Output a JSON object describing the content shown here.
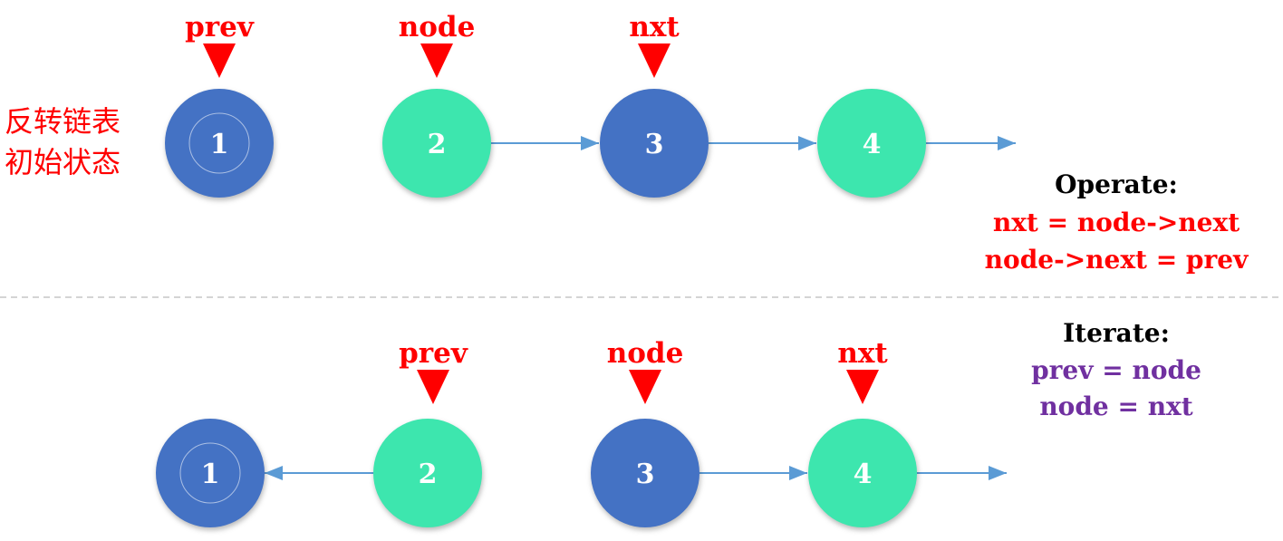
{
  "colors": {
    "pointer": "#FF0000",
    "arrow": "#5B9BD5",
    "operate": "#FF0000",
    "iterate": "#7030A0",
    "heading": "#000000",
    "caption": "#FF0000",
    "divider": "#BBBBBB"
  },
  "caption": {
    "line1": "反转链表",
    "line2": "初始状态"
  },
  "before": {
    "pointers": [
      {
        "label": "prev"
      },
      {
        "label": "node"
      },
      {
        "label": "nxt"
      }
    ],
    "nodes": [
      {
        "label": "1",
        "color": "#4472C4"
      },
      {
        "label": "2",
        "color": "#3DE6AE"
      },
      {
        "label": "3",
        "color": "#4472C4"
      },
      {
        "label": "4",
        "color": "#3DE6AE"
      }
    ],
    "operate": {
      "heading": "Operate:",
      "lines": [
        "nxt = node->next",
        "node->next = prev"
      ]
    }
  },
  "after": {
    "pointers": [
      {
        "label": "prev"
      },
      {
        "label": "node"
      },
      {
        "label": "nxt"
      }
    ],
    "nodes": [
      {
        "label": "1",
        "color": "#4472C4"
      },
      {
        "label": "2",
        "color": "#3DE6AE"
      },
      {
        "label": "3",
        "color": "#4472C4"
      },
      {
        "label": "4",
        "color": "#3DE6AE"
      }
    ],
    "iterate": {
      "heading": "Iterate:",
      "lines": [
        "prev = node",
        "node = nxt"
      ]
    }
  }
}
